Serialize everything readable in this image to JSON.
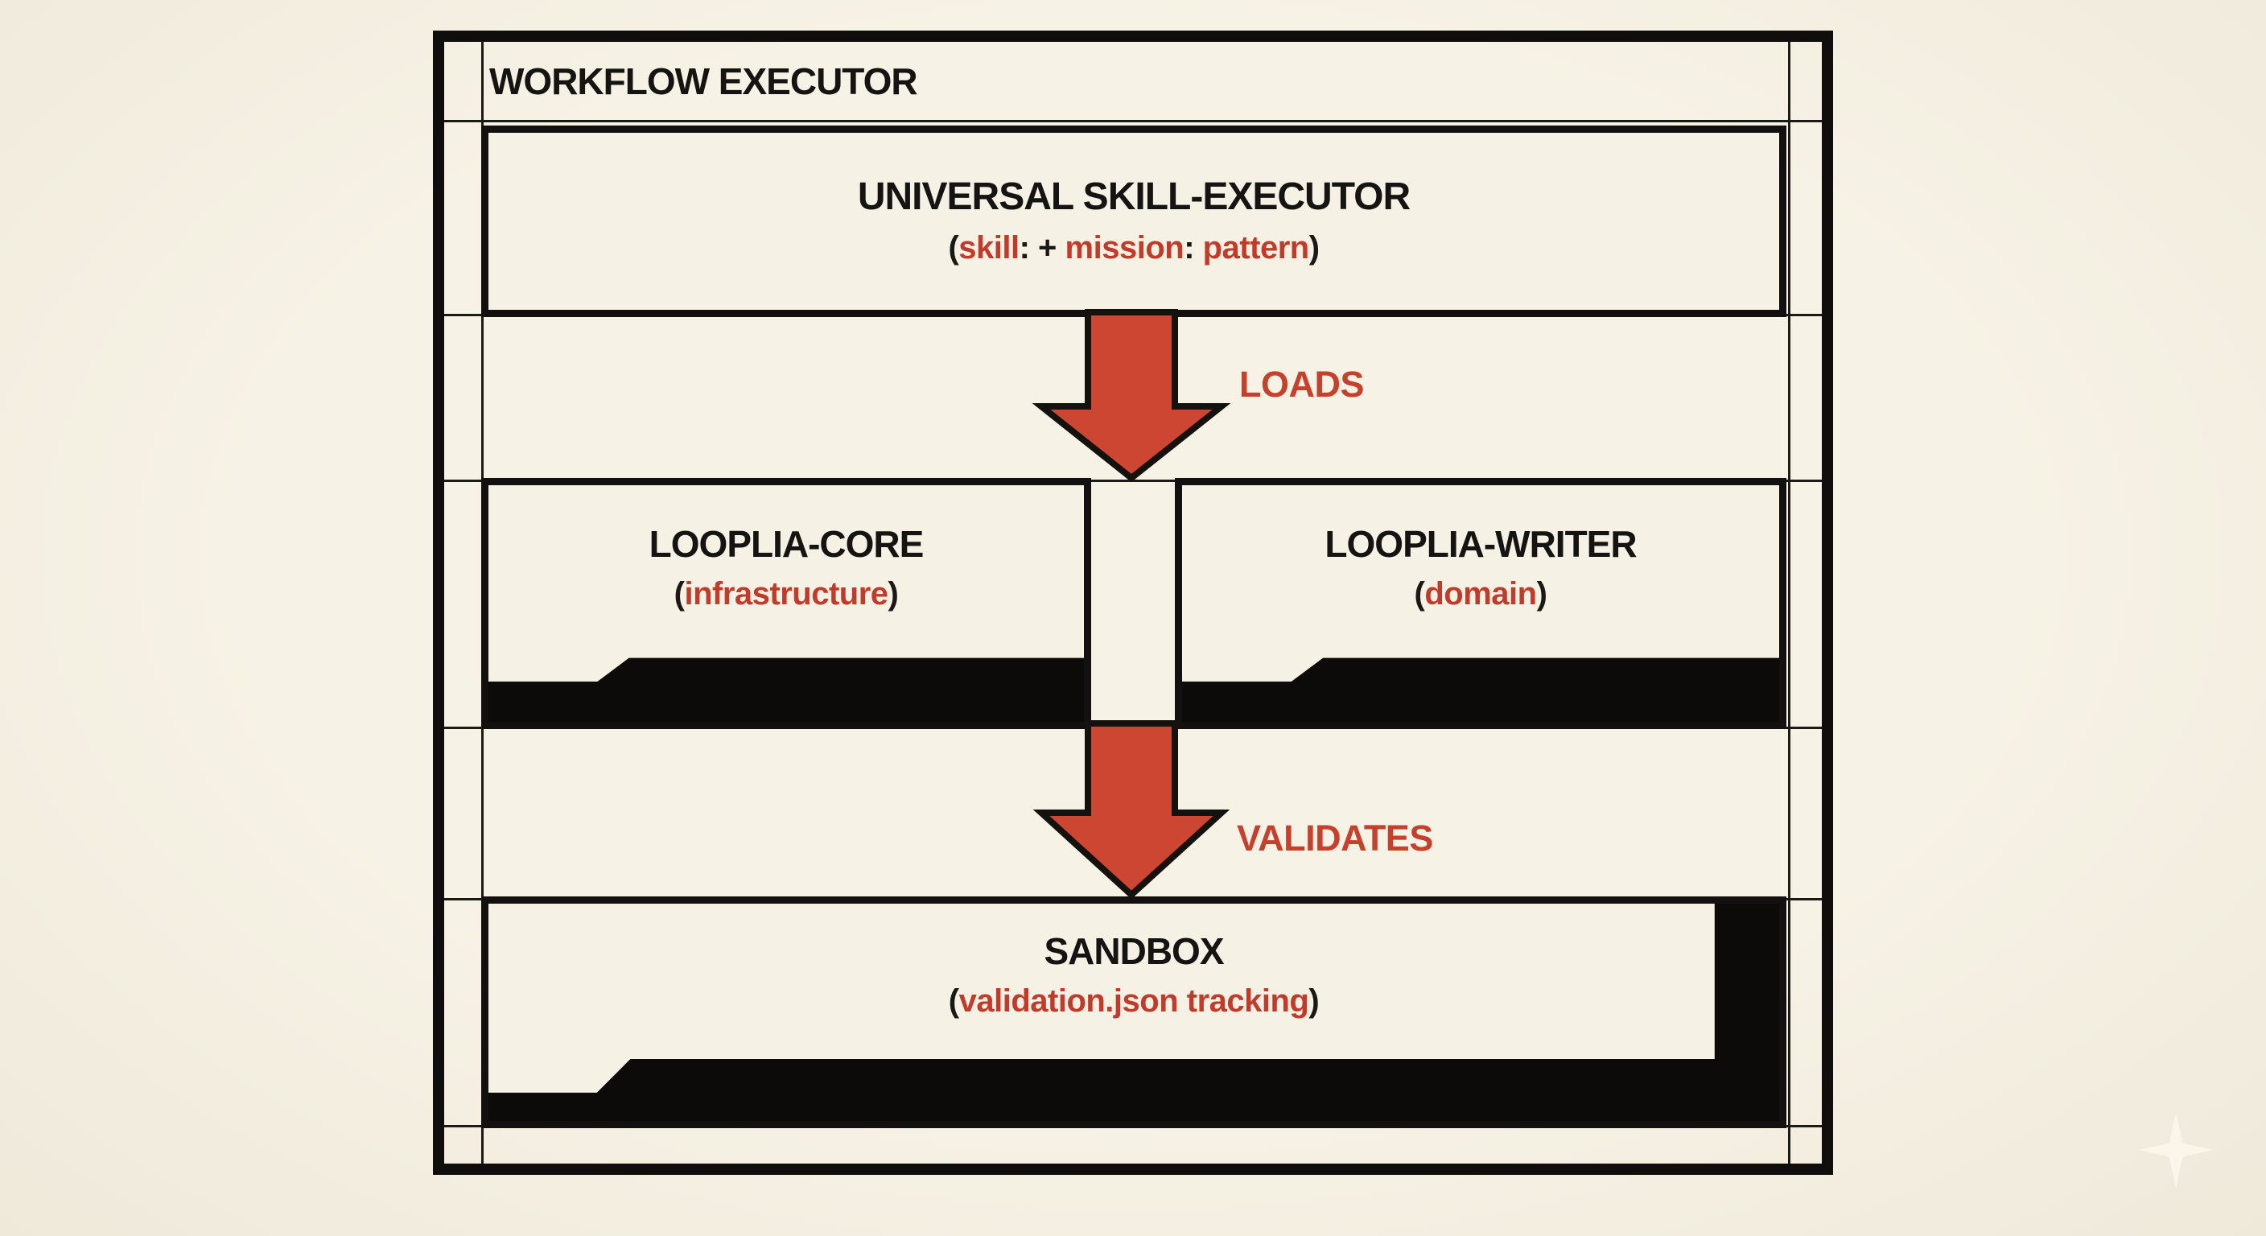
{
  "colors": {
    "background": "#f4efe2",
    "ink": "#161412",
    "red_text": "#c23b2a",
    "red_arrow": "#cc4631",
    "shadow_black": "#0c0b0a"
  },
  "diagram": {
    "title": "WORKFLOW EXECUTOR",
    "universal": {
      "title": "UNIVERSAL SKILL-EXECUTOR",
      "subtitle_segments": [
        {
          "t": "(",
          "c": "ink"
        },
        {
          "t": "skill",
          "c": "red"
        },
        {
          "t": ": + ",
          "c": "ink"
        },
        {
          "t": "mission",
          "c": "red"
        },
        {
          "t": ": ",
          "c": "ink"
        },
        {
          "t": "pattern",
          "c": "red"
        },
        {
          "t": ")",
          "c": "ink"
        }
      ]
    },
    "arrow_loads": {
      "label": "LOADS"
    },
    "core": {
      "title": "LOOPLIA-CORE",
      "subtitle_segments": [
        {
          "t": "(",
          "c": "ink"
        },
        {
          "t": "infrastructure",
          "c": "red"
        },
        {
          "t": ")",
          "c": "ink"
        }
      ]
    },
    "writer": {
      "title": "LOOPLIA-WRITER",
      "subtitle_segments": [
        {
          "t": "(",
          "c": "ink"
        },
        {
          "t": "domain",
          "c": "red"
        },
        {
          "t": ")",
          "c": "ink"
        }
      ]
    },
    "arrow_validates": {
      "label": "VALIDATES"
    },
    "sandbox": {
      "title": "SANDBOX",
      "subtitle_segments": [
        {
          "t": "(",
          "c": "ink"
        },
        {
          "t": "validation.json tracking",
          "c": "red"
        },
        {
          "t": ")",
          "c": "ink"
        }
      ]
    }
  }
}
